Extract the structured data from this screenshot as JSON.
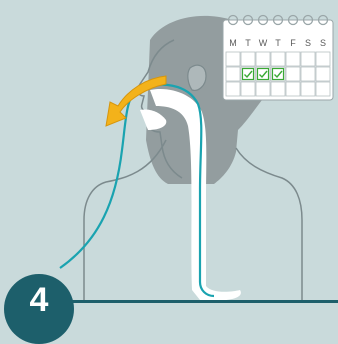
{
  "step": {
    "number": "4"
  },
  "calendar": {
    "weekdays": [
      "M",
      "T",
      "W",
      "T",
      "F",
      "S",
      "S"
    ],
    "checked_days": [
      1,
      2,
      3
    ],
    "check_color": "#3aa935"
  },
  "colors": {
    "background": "#c9dadb",
    "tube": "#1aa3b0",
    "arrow": "#f3b21a",
    "badge": "#1d5f6b",
    "outline": "#7c8a8d"
  },
  "icons": {
    "arrow": "curved-arrow-icon",
    "checkmark": "checkmark-icon"
  }
}
